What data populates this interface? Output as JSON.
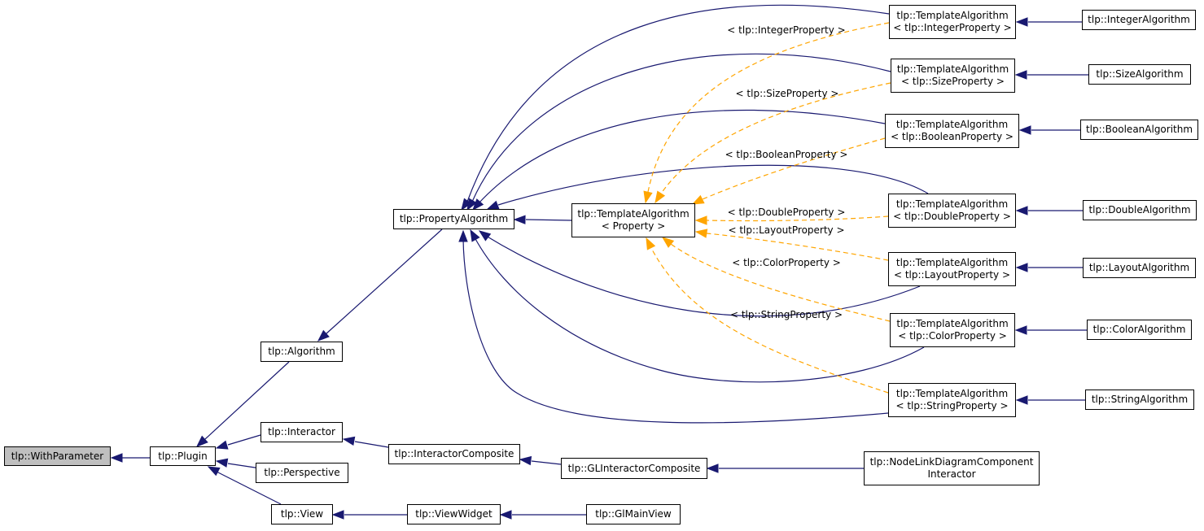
{
  "colors": {
    "inherit": "#191970",
    "template": "#ffa500",
    "root_fill": "#bfbfbf"
  },
  "nodes": {
    "withparameter": {
      "lines": [
        "tlp::WithParameter"
      ]
    },
    "plugin": {
      "lines": [
        "tlp::Plugin"
      ]
    },
    "algorithm": {
      "lines": [
        "tlp::Algorithm"
      ]
    },
    "interactor": {
      "lines": [
        "tlp::Interactor"
      ]
    },
    "perspective": {
      "lines": [
        "tlp::Perspective"
      ]
    },
    "view": {
      "lines": [
        "tlp::View"
      ]
    },
    "propalg": {
      "lines": [
        "tlp::PropertyAlgorithm"
      ]
    },
    "interactorcomposite": {
      "lines": [
        "tlp::InteractorComposite"
      ]
    },
    "glinteractorcomposite": {
      "lines": [
        "tlp::GLInteractorComposite"
      ]
    },
    "nodelink": {
      "lines": [
        "tlp::NodeLinkDiagramComponent",
        "Interactor"
      ]
    },
    "viewwidget": {
      "lines": [
        "tlp::ViewWidget"
      ]
    },
    "glmainview": {
      "lines": [
        "tlp::GlMainView"
      ]
    },
    "tpl_property": {
      "lines": [
        "tlp::TemplateAlgorithm",
        "< Property >"
      ]
    },
    "tpl_integer": {
      "lines": [
        "tlp::TemplateAlgorithm",
        "< tlp::IntegerProperty >"
      ]
    },
    "tpl_size": {
      "lines": [
        "tlp::TemplateAlgorithm",
        "< tlp::SizeProperty >"
      ]
    },
    "tpl_boolean": {
      "lines": [
        "tlp::TemplateAlgorithm",
        "< tlp::BooleanProperty >"
      ]
    },
    "tpl_double": {
      "lines": [
        "tlp::TemplateAlgorithm",
        "< tlp::DoubleProperty >"
      ]
    },
    "tpl_layout": {
      "lines": [
        "tlp::TemplateAlgorithm",
        "< tlp::LayoutProperty >"
      ]
    },
    "tpl_color": {
      "lines": [
        "tlp::TemplateAlgorithm",
        "< tlp::ColorProperty >"
      ]
    },
    "tpl_string": {
      "lines": [
        "tlp::TemplateAlgorithm",
        "< tlp::StringProperty >"
      ]
    },
    "integeralg": {
      "lines": [
        "tlp::IntegerAlgorithm"
      ]
    },
    "sizealg": {
      "lines": [
        "tlp::SizeAlgorithm"
      ]
    },
    "booleanalg": {
      "lines": [
        "tlp::BooleanAlgorithm"
      ]
    },
    "doublealg": {
      "lines": [
        "tlp::DoubleAlgorithm"
      ]
    },
    "layoutalg": {
      "lines": [
        "tlp::LayoutAlgorithm"
      ]
    },
    "coloralg": {
      "lines": [
        "tlp::ColorAlgorithm"
      ]
    },
    "stringalg": {
      "lines": [
        "tlp::StringAlgorithm"
      ]
    }
  },
  "edge_labels": {
    "integer": "< tlp::IntegerProperty >",
    "size": "< tlp::SizeProperty >",
    "boolean": "< tlp::BooleanProperty >",
    "double": "< tlp::DoubleProperty >",
    "layout": "< tlp::LayoutProperty >",
    "color": "< tlp::ColorProperty >",
    "string": "< tlp::StringProperty >"
  }
}
